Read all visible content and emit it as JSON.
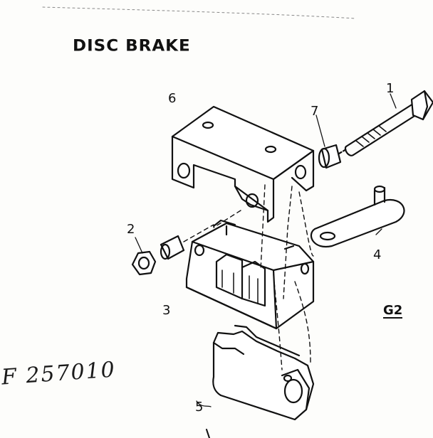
{
  "title": "DISC BRAKE",
  "figure_code": "G2",
  "handwritten_note": "F 257010",
  "callouts": [
    {
      "label": "1",
      "part": "bolt"
    },
    {
      "label": "2",
      "part": "nut"
    },
    {
      "label": "3",
      "part": "caliper"
    },
    {
      "label": "4",
      "part": "lever arm"
    },
    {
      "label": "5",
      "part": "brake pad"
    },
    {
      "label": "6",
      "part": "mounting bracket"
    },
    {
      "label": "7",
      "part": "spacer"
    }
  ]
}
